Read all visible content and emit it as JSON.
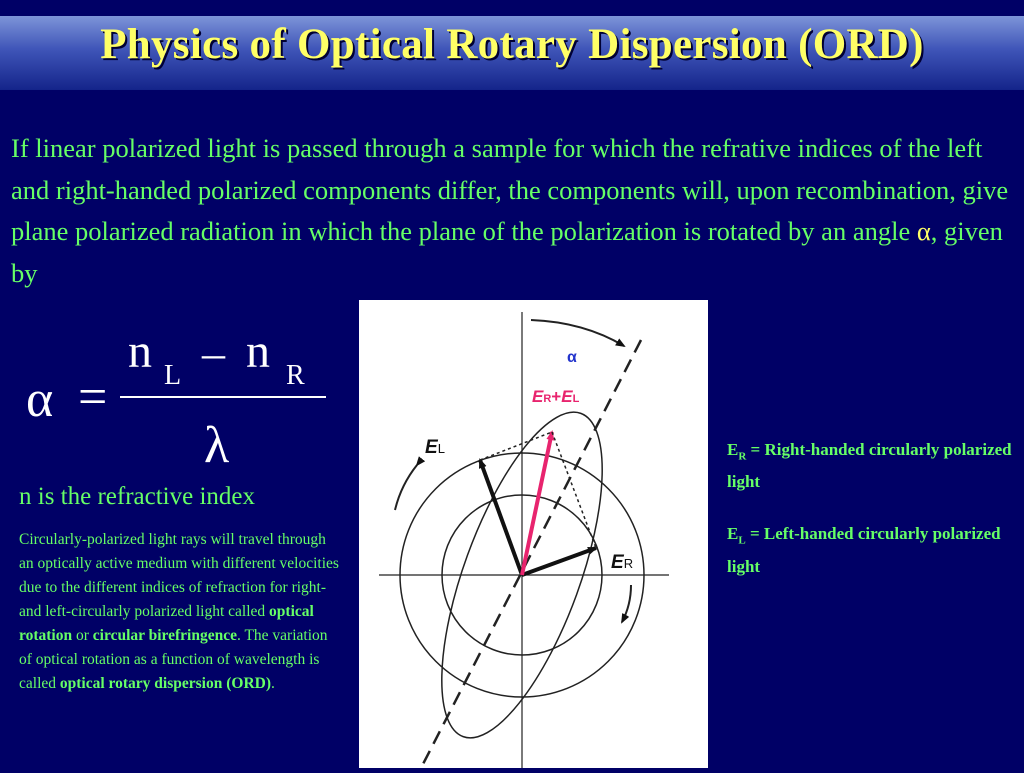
{
  "title": "Physics of Optical Rotary Dispersion (ORD)",
  "intro": {
    "text": "If linear polarized light is passed through a sample for which the refrative indices of the left and right-handed polarized components differ, the components will, upon recombination, give plane polarized radiation in which the plane of the polarization is rotated by an angle ",
    "alpha": "α",
    "tail": ", given by"
  },
  "formula": {
    "lhs": "α",
    "eq": "=",
    "n1": "n",
    "sub1": "L",
    "minus": "–",
    "n2": "n",
    "sub2": "R",
    "denominator": "λ"
  },
  "n_index": "n is the refractive index",
  "description": {
    "p1": "Circularly-polarized light rays will travel through an optically active medium with different velocities due to the different indices of refraction for right- and left-circularly polarized light called ",
    "b1": "optical rotation",
    "p2": " or ",
    "b2": "circular birefringence",
    "p3": ". The variation of optical rotation as a function of wavelength is called ",
    "b3": "optical rotary dispersion (ORD)",
    "p4": "."
  },
  "diagram": {
    "alpha_label": "α",
    "sum_E1": "E",
    "sum_sub1": "R",
    "sum_plus": "+",
    "sum_E2": "E",
    "sum_sub2": "L",
    "EL_letter": "E",
    "EL_sub": "L",
    "ER_letter": "E",
    "ER_sub": "R",
    "colors": {
      "pink": "#e8246e",
      "blue": "#2233cc",
      "line": "#222222"
    }
  },
  "legend": {
    "r_letter": "E",
    "r_sub": "R",
    "r_text": " = Right-handed circularly polarized light",
    "l_letter": "E",
    "l_sub": "L",
    "l_text": " = Left-handed circularly polarized light"
  },
  "colors": {
    "background": "#000066",
    "title": "#ffff66",
    "text": "#66ff66"
  }
}
